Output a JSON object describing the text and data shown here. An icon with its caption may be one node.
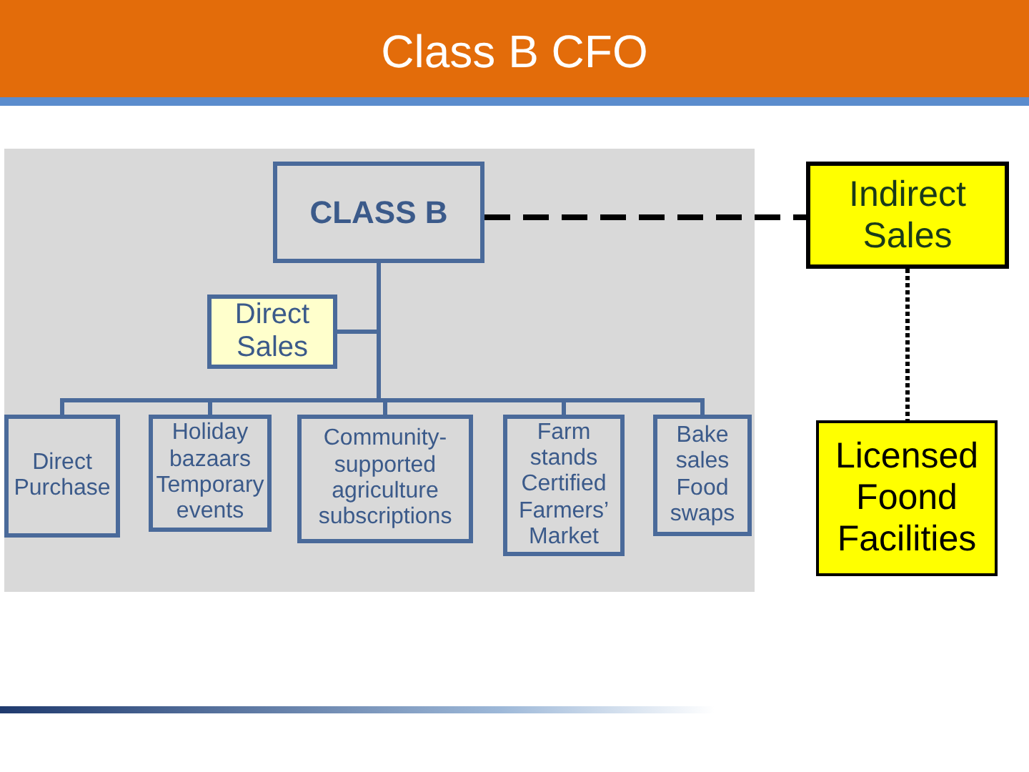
{
  "diagram": {
    "title": "Class B CFO",
    "nodes": [
      {
        "text": [
          "CLASS B"
        ]
      },
      {
        "text": [
          "Indirect Sales"
        ]
      },
      {
        "text": [
          "Direct Sales"
        ]
      },
      {
        "text": [
          "Direct Purchase"
        ]
      },
      {
        "text": [
          "Holiday bazaars Temporary events"
        ]
      },
      {
        "text": [
          "Community-supported agriculture subscriptions"
        ]
      },
      {
        "text": [
          "Farm stands Certified Farmers’ Market"
        ]
      },
      {
        "text": [
          "Bake sales Food swaps"
        ]
      },
      {
        "text": [
          "Licensed Foond Facilities"
        ]
      }
    ],
    "edges": [
      {
        "from": 0,
        "to": 1,
        "arrow": "none",
        "style": "dashed",
        "color": "#000000"
      },
      {
        "from": 0,
        "to": 2,
        "arrow": "none"
      },
      {
        "from": 0,
        "to": 3,
        "arrow": "none"
      },
      {
        "from": 0,
        "to": 4,
        "arrow": "none"
      },
      {
        "from": 0,
        "to": 5,
        "arrow": "none"
      },
      {
        "from": 0,
        "to": 6,
        "arrow": "none"
      },
      {
        "from": 0,
        "to": 7,
        "arrow": "none"
      },
      {
        "from": 1,
        "to": 8,
        "arrow": "none",
        "style": "dashed",
        "color": "#000000"
      }
    ]
  }
}
